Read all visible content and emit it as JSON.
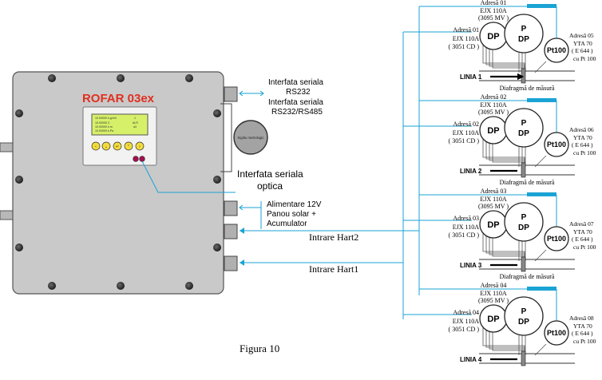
{
  "device": {
    "brand": "ROFAR 03ex",
    "lcd_lines": [
      "10.00000 k.g/m3",
      "10.00000 C",
      "10.00000 k.m",
      "10.00000 k.Pa"
    ],
    "lcd_right": [
      "1",
      "ALR",
      "a3"
    ],
    "seal_label": "Sigiliu metrologic"
  },
  "interfaces": {
    "serial_1": "Interfata seriala",
    "serial_1b": "RS232",
    "serial_2": "Interfata seriala",
    "serial_2b": "RS232/RS485",
    "optical_1": "Interfata seriala",
    "optical_2": "optica",
    "power_1": "Alimentare 12V",
    "power_2": "Panou solar +",
    "power_3": "Acumulator",
    "hart2": "Intrare Hart2",
    "hart1": "Intrare Hart1"
  },
  "caption": "Figura  10",
  "lines": [
    {
      "line_label": "LINIA  1",
      "addr_pdp": "Adresă 01",
      "pdp_model": "EJX 110A",
      "pdp_model2": "(3095 MV )",
      "addr_dp": "Adresă 01",
      "dp_model": "EJX 110A",
      "dp_model2": "( 3051 CD )",
      "addr_pt": "Adresă 05",
      "pt_model": "YTA 70",
      "pt_model2": "( E 644 )",
      "pt_model3": "cu Pt 100",
      "diaphragm": "Diafragmă de măsură"
    },
    {
      "line_label": "LINIA  2",
      "addr_pdp": "Adresă 02",
      "pdp_model": "EJX 110A",
      "pdp_model2": "(3095 MV )",
      "addr_dp": "Adresă 02",
      "dp_model": "EJX 110A",
      "dp_model2": "( 3051 CD )",
      "addr_pt": "Adresă 06",
      "pt_model": "YTA 70",
      "pt_model2": "( E 644 )",
      "pt_model3": "cu Pt 100",
      "diaphragm": "Diafragmă de măsură"
    },
    {
      "line_label": "LINIA  3",
      "addr_pdp": "Adresă 03",
      "pdp_model": "EJX 110A",
      "pdp_model2": "(3095 MV )",
      "addr_dp": "Adresă 03",
      "dp_model": "EJX 110A",
      "dp_model2": "( 3051 CD )",
      "addr_pt": "Adresă 07",
      "pt_model": "YTA 70",
      "pt_model2": "( E 644 )",
      "pt_model3": "cu Pt 100",
      "diaphragm": "Diafragmă de măsură"
    },
    {
      "line_label": "LINIA  4",
      "addr_pdp": "Adresă 04",
      "pdp_model": "EJX 110A",
      "pdp_model2": "(3095 MV )",
      "addr_dp": "Adresă 04",
      "dp_model": "EJX 110A",
      "dp_model2": "( 3051 CD )",
      "addr_pt": "Adresă 08",
      "pt_model": "YTA 70",
      "pt_model2": "( E 644 )",
      "pt_model3": "cu Pt 100",
      "diaphragm": ""
    }
  ],
  "symbols": {
    "dp": "DP",
    "pdp_top": "P",
    "pdp_bottom": "DP",
    "pt": "Pt100"
  },
  "colors": {
    "enclosure": "#c9c9c9",
    "brand": "#e03020",
    "wire": "#1aa3d4",
    "lcd": "#d6f06a"
  }
}
